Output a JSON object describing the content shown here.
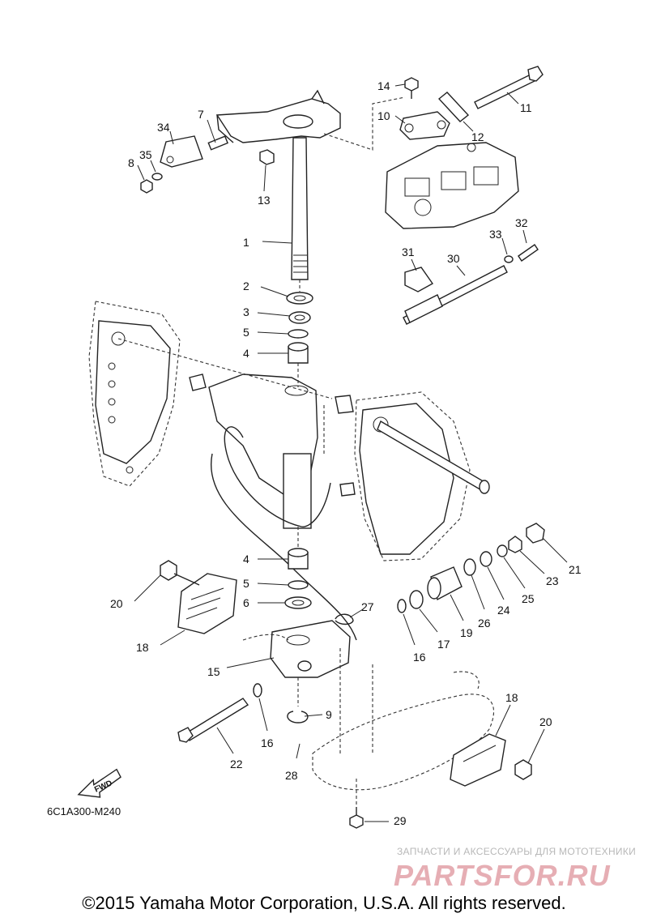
{
  "callouts": [
    "1",
    "2",
    "3",
    "4",
    "4",
    "5",
    "5",
    "6",
    "7",
    "8",
    "9",
    "10",
    "11",
    "12",
    "13",
    "14",
    "15",
    "16",
    "16",
    "17",
    "18",
    "18",
    "19",
    "20",
    "20",
    "21",
    "22",
    "23",
    "24",
    "25",
    "26",
    "27",
    "28",
    "29",
    "30",
    "31",
    "32",
    "33",
    "34",
    "35"
  ],
  "fwd_label": "FWD",
  "figure_code": "6C1A300-M240",
  "watermark": {
    "subtitle": "ЗАПЧАСТИ И АКСЕССУАРЫ ДЛЯ МОТОТЕХНИКИ",
    "logo": "PARTSFOR.RU"
  },
  "copyright": "©2015 Yamaha Motor Corporation, U.S.A. All rights reserved."
}
